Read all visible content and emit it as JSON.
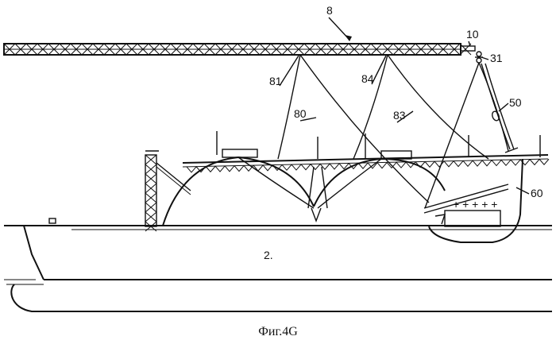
{
  "figure": {
    "caption": "Фиг.4G",
    "reference_numerals": {
      "boom": "8",
      "boom_tip": "10",
      "tip_joint": "31",
      "hose": "50",
      "connector": "60",
      "cable_80": "80",
      "cable_81": "81",
      "cable_83": "83",
      "cable_84": "84",
      "vessel": "2."
    }
  }
}
